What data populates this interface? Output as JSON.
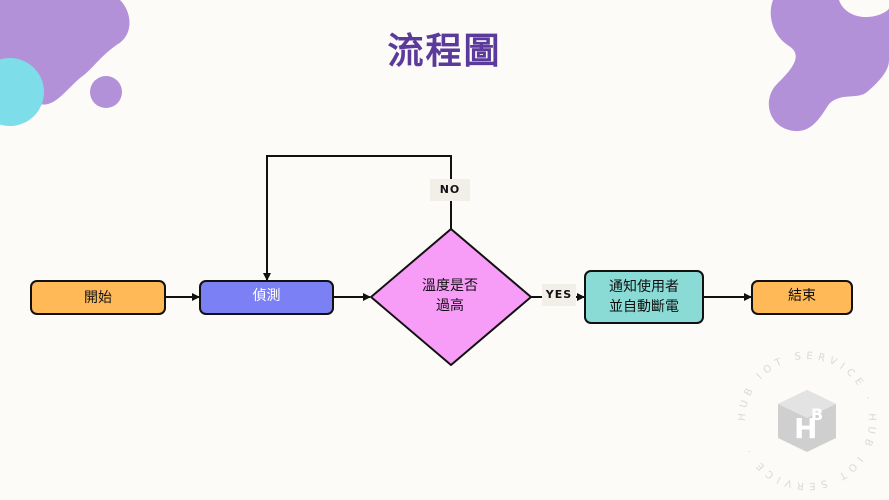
{
  "title": "流程圖",
  "nodes": {
    "start": "開始",
    "detect": "偵測",
    "decision_line1": "溫度是否",
    "decision_line2": "過高",
    "notify_line1": "通知使用者",
    "notify_line2": "並自動斷電",
    "end": "結束"
  },
  "edge_labels": {
    "no": "NO",
    "yes": "YES"
  },
  "watermark_text": "HUB IOT SERVICE",
  "colors": {
    "title": "#5b3a9c",
    "start_end": "#ffb957",
    "detect": "#7b80f5",
    "decision": "#f79cf7",
    "notify": "#8adbd6",
    "decor_purple": "#b391d9",
    "decor_cyan": "#7ddde8"
  }
}
